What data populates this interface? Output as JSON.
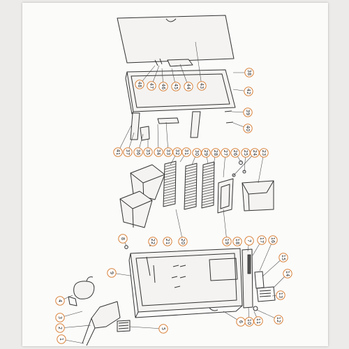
{
  "diagram": {
    "type": "exploded-parts-diagram",
    "accent_color": "#d9823a",
    "line_color": "#333333",
    "callouts": [
      {
        "label": "38"
      },
      {
        "label": "42"
      },
      {
        "label": "39"
      },
      {
        "label": "40"
      },
      {
        "label": "43"
      },
      {
        "label": "44"
      },
      {
        "label": "45"
      },
      {
        "label": "46"
      },
      {
        "label": "47"
      },
      {
        "label": "48"
      },
      {
        "label": "41"
      },
      {
        "label": "37"
      },
      {
        "label": "36"
      },
      {
        "label": "35"
      },
      {
        "label": "34"
      },
      {
        "label": "33"
      },
      {
        "label": "32"
      },
      {
        "label": "31"
      },
      {
        "label": "30"
      },
      {
        "label": "29"
      },
      {
        "label": "28"
      },
      {
        "label": "27"
      },
      {
        "label": "26"
      },
      {
        "label": "25"
      },
      {
        "label": "24"
      },
      {
        "label": "23"
      },
      {
        "label": "8"
      },
      {
        "label": "22"
      },
      {
        "label": "21"
      },
      {
        "label": "20"
      },
      {
        "label": "19"
      },
      {
        "label": "18"
      },
      {
        "label": "7"
      },
      {
        "label": "17"
      },
      {
        "label": "16"
      },
      {
        "label": "15"
      },
      {
        "label": "14"
      },
      {
        "label": "13"
      },
      {
        "label": "12"
      },
      {
        "label": "11"
      },
      {
        "label": "10"
      },
      {
        "label": "6"
      },
      {
        "label": "9"
      },
      {
        "label": "5"
      },
      {
        "label": "4"
      },
      {
        "label": "3"
      },
      {
        "label": "2"
      },
      {
        "label": "1"
      }
    ]
  }
}
